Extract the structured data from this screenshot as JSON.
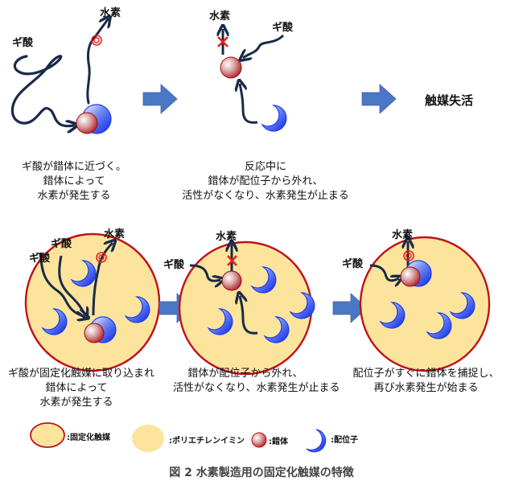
{
  "colors": {
    "arrow_blue": "#4a78c4",
    "path_navy": "#1a2a48",
    "catalyst_fill": "#fde49c",
    "catalyst_border": "#c0121b",
    "complex_red": "#c0121b",
    "ligand_blue": "#1a3cf0",
    "mark_red": "#e52222"
  },
  "top_row": {
    "panel1": {
      "labels": {
        "formic_acid": "ギ酸",
        "hydrogen": "水素"
      },
      "caption": [
        "ギ酸が錯体に近づく。",
        "錯体によって",
        "水素が発生する"
      ]
    },
    "panel2": {
      "labels": {
        "formic_acid": "ギ酸",
        "hydrogen": "水素"
      },
      "caption": [
        "反応中に",
        "錯体が配位子から外れ、",
        "活性がなくなり、水素発生が止まる"
      ]
    },
    "panel3": {
      "result": "触媒失活"
    }
  },
  "bottom_row": {
    "panel1": {
      "labels": {
        "formic_acid_1": "ギ酸",
        "formic_acid_2": "ギ酸",
        "hydrogen": "水素"
      },
      "caption": [
        "ギ酸が固定化触媒に取り込まれ",
        "錯体によって",
        "水素が発生する"
      ]
    },
    "panel2": {
      "labels": {
        "formic_acid": "ギ酸",
        "hydrogen": "水素"
      },
      "caption": [
        "錯体が配位子から外れ、",
        "活性がなくなり、水素発生が止まる"
      ]
    },
    "panel3": {
      "labels": {
        "formic_acid": "ギ酸",
        "hydrogen": "水素"
      },
      "caption": [
        "配位子がすぐに錯体を捕捉し、",
        "再び水素発生が始まる"
      ]
    }
  },
  "legend": [
    {
      "icon": "immobilized-catalyst-icon",
      "label": ":固定化触媒"
    },
    {
      "icon": "polyethyleneimine-icon",
      "label": ":ポリエチレンイミン"
    },
    {
      "icon": "complex-icon",
      "label": ":錯体"
    },
    {
      "icon": "ligand-icon",
      "label": ":配位子"
    }
  ],
  "figure_title": "図 2  水素製造用の固定化触媒の特徴"
}
